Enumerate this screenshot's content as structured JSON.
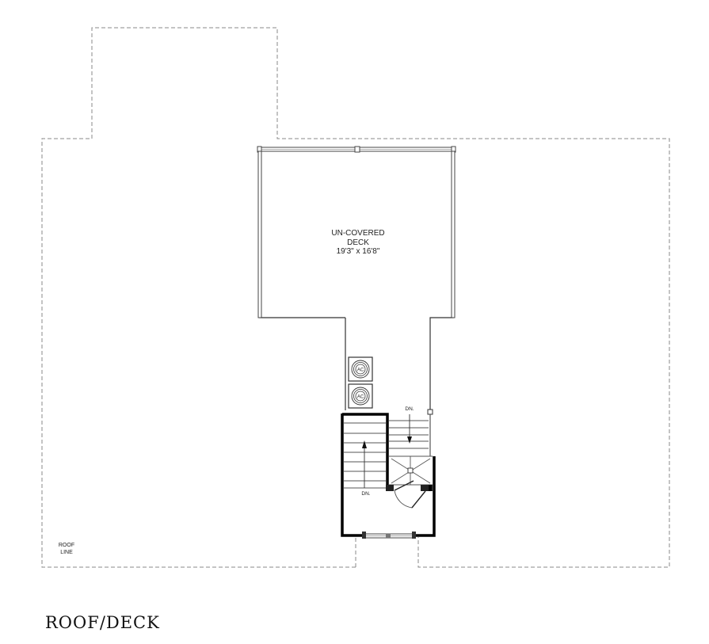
{
  "plan": {
    "caption": "ROOF/DECK",
    "deck": {
      "name_line1": "UN-COVERED",
      "name_line2": "DECK",
      "dimensions": "19'3\" x 16'8\""
    },
    "roof_line": {
      "line1": "ROOF",
      "line2": "LINE"
    },
    "ac_units": [
      "AC",
      "AC"
    ],
    "stair_labels": {
      "left": "DN.",
      "right": "DN."
    }
  }
}
